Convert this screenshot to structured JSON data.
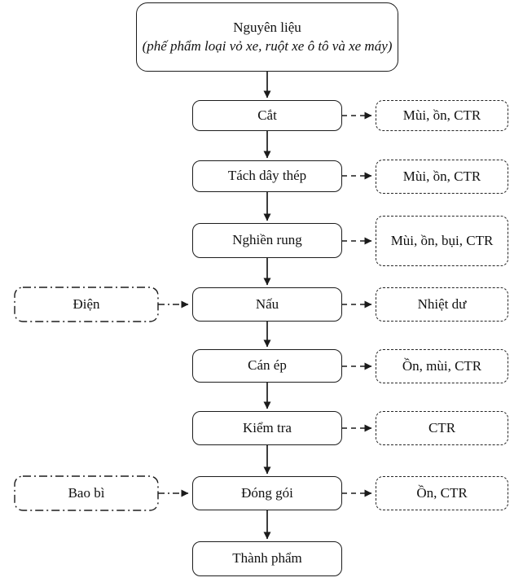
{
  "diagram": {
    "source": {
      "title": "Nguyên liệu",
      "subtitle": "(phế phẩm loại vỏ xe, ruột xe ô tô và xe máy)"
    },
    "steps": [
      "Cắt",
      "Tách dây thép",
      "Nghiền rung",
      "Nấu",
      "Cán ép",
      "Kiểm tra",
      "Đóng gói"
    ],
    "final_product": "Thành phẩm",
    "emissions": [
      "Mùi, ồn, CTR",
      "Mùi, ồn, CTR",
      "Mùi, ồn, bụi, CTR",
      "Nhiệt dư",
      "Ồn, mùi, CTR",
      "CTR",
      "Ồn, CTR"
    ],
    "inputs": [
      "Điện",
      "Bao bì"
    ],
    "colors": {
      "line": "#1b1b1b",
      "background": "#ffffff",
      "text": "#111111"
    }
  }
}
